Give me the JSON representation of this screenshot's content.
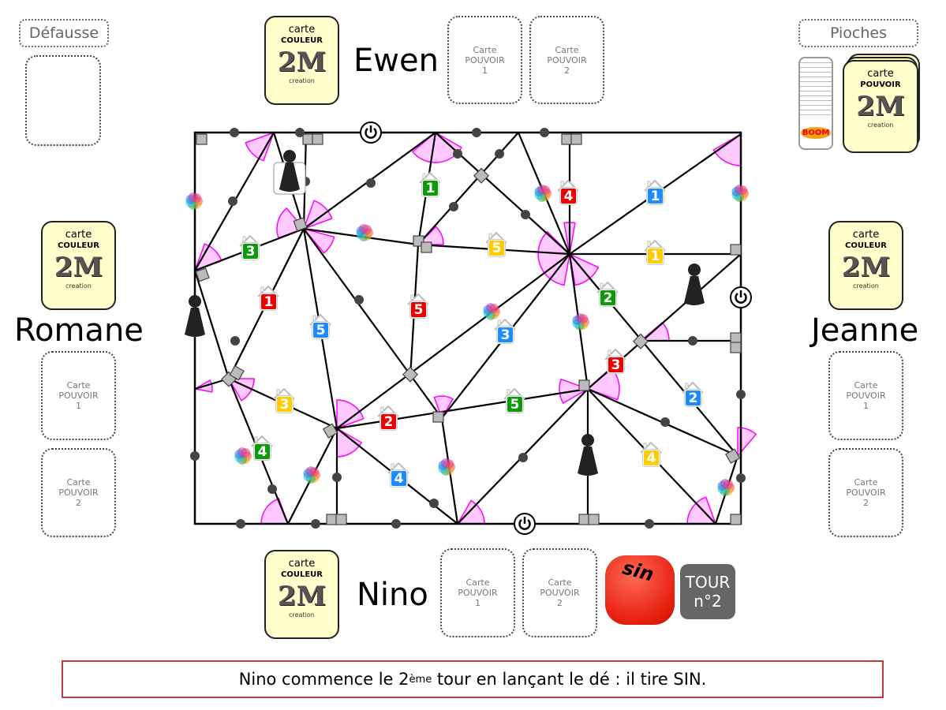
{
  "discard": {
    "label": "Défausse"
  },
  "draw": {
    "label": "Pioches",
    "boom_label": "BOOM",
    "deck_card": {
      "line1": "carte",
      "line2": "POUVOIR"
    }
  },
  "logo": {
    "text": "2M",
    "side": "creation"
  },
  "color_card": {
    "line1": "carte",
    "line2": "COULEUR"
  },
  "power_slots": {
    "line1": "Carte",
    "line2": "POUVOIR",
    "n1": "1",
    "n2": "2"
  },
  "players": {
    "top": {
      "name": "Ewen"
    },
    "left": {
      "name": "Romane"
    },
    "right": {
      "name": "Jeanne"
    },
    "bottom": {
      "name": "Nino"
    }
  },
  "dice": {
    "face": "sin",
    "color": "#e8200f"
  },
  "turn": {
    "line1": "TOUR",
    "line2": "n°2"
  },
  "message": {
    "before": "Nino commence le 2",
    "sup": "ème",
    "after": " tour en lançant le dé : il tire SIN."
  },
  "colors": {
    "green": "#0a9a0a",
    "red": "#ee0000",
    "blue": "#1a8cff",
    "yellow": "#ffcc00",
    "angle": "#ffc8ff",
    "angle_stroke": "#ff00ff",
    "message_border": "#c0393b"
  },
  "houses": [
    {
      "color": "green",
      "number": "1"
    },
    {
      "color": "red",
      "number": "4"
    },
    {
      "color": "blue",
      "number": "1"
    },
    {
      "color": "green",
      "number": "3"
    },
    {
      "color": "yellow",
      "number": "5"
    },
    {
      "color": "yellow",
      "number": "1"
    },
    {
      "color": "red",
      "number": "1"
    },
    {
      "color": "red",
      "number": "5"
    },
    {
      "color": "green",
      "number": "2"
    },
    {
      "color": "blue",
      "number": "5"
    },
    {
      "color": "blue",
      "number": "3"
    },
    {
      "color": "red",
      "number": "3"
    },
    {
      "color": "yellow",
      "number": "3"
    },
    {
      "color": "red",
      "number": "2"
    },
    {
      "color": "green",
      "number": "5"
    },
    {
      "color": "blue",
      "number": "2"
    },
    {
      "color": "green",
      "number": "4"
    },
    {
      "color": "yellow",
      "number": "4"
    },
    {
      "color": "blue",
      "number": "4"
    }
  ]
}
